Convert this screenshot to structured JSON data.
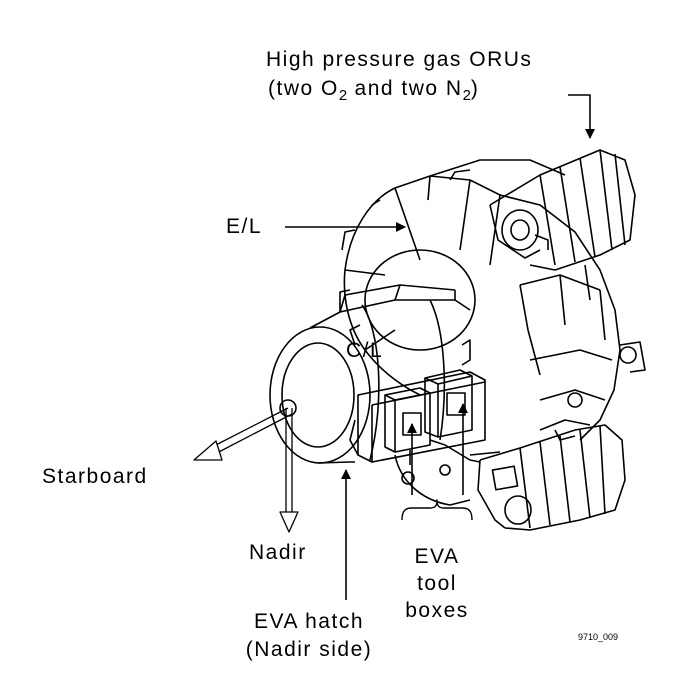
{
  "labels": {
    "gas_orus_line1": "High pressure gas ORUs",
    "gas_orus_line2_a": "(two O",
    "gas_orus_sub_o": "2",
    "gas_orus_line2_b": " and two N",
    "gas_orus_sub_n": "2",
    "gas_orus_line2_c": ")",
    "el": "E/L",
    "cl": "C/L",
    "starboard": "Starboard",
    "nadir": "Nadir",
    "eva_tool_line1": "EVA",
    "eva_tool_line2": "tool",
    "eva_tool_line3": "boxes",
    "eva_hatch_line1": "EVA hatch",
    "eva_hatch_line2": "(Nadir side)",
    "figure_id": "9710_009"
  }
}
